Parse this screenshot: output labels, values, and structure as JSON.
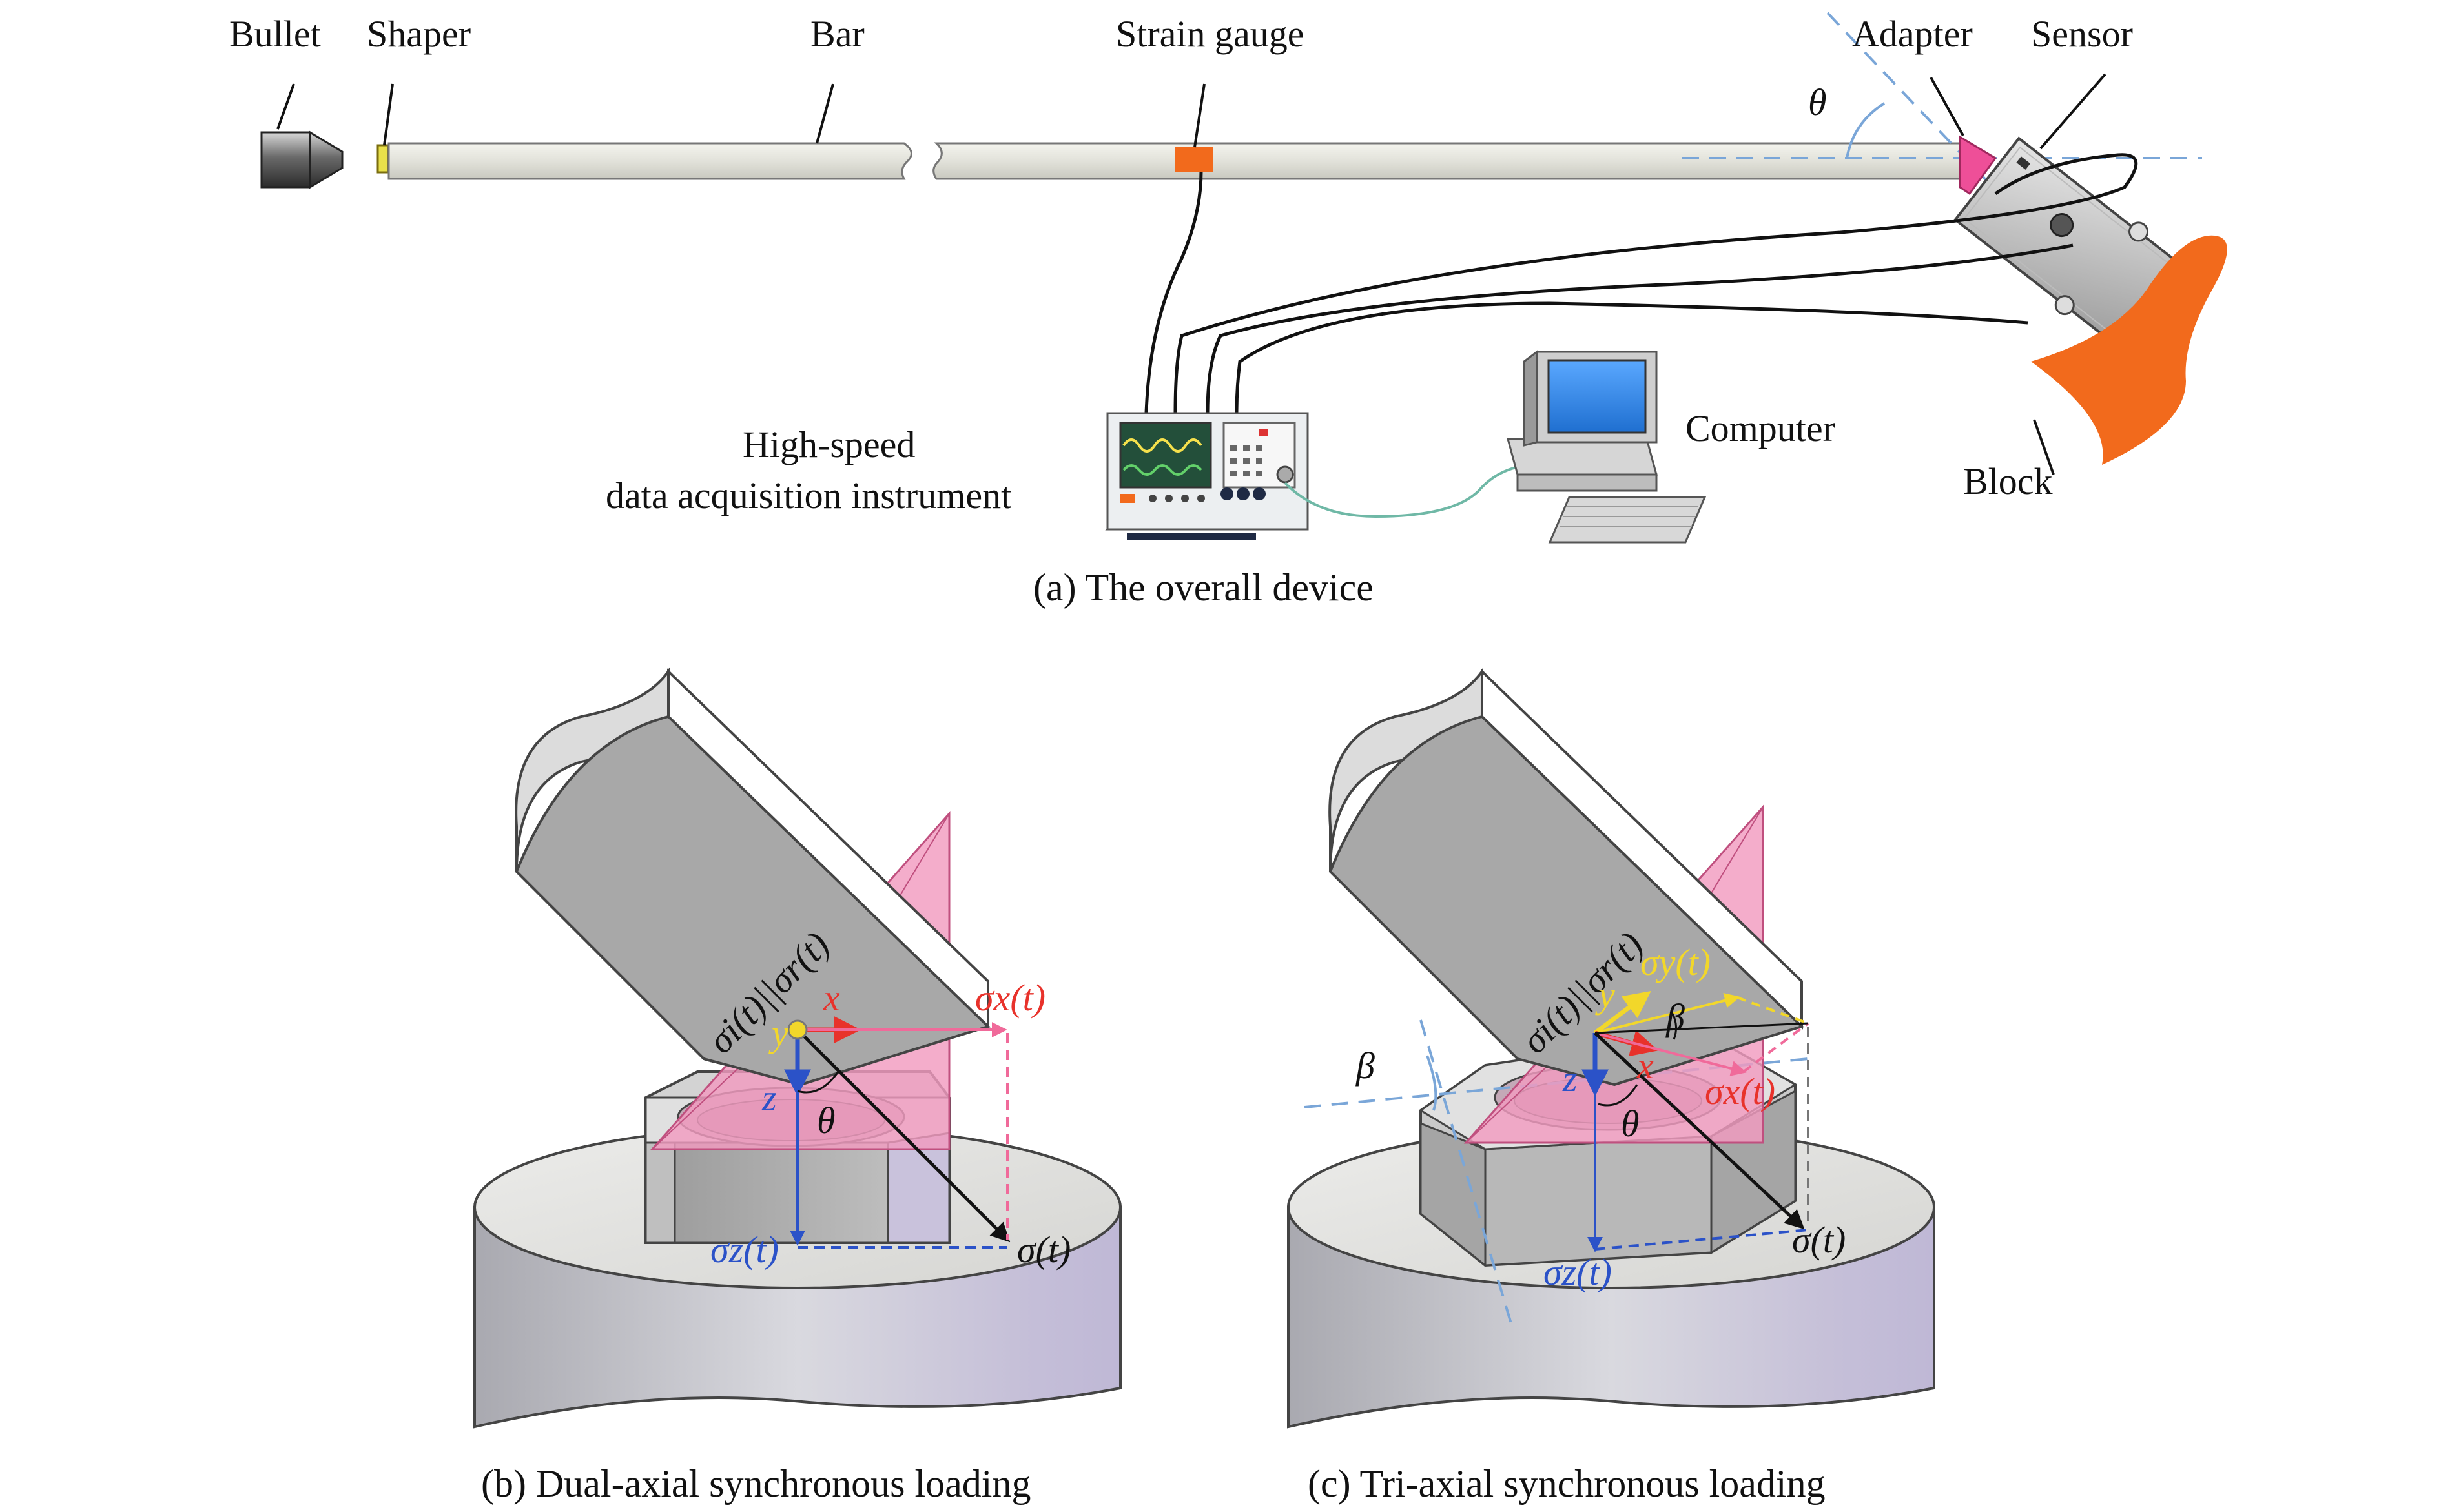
{
  "panel_a": {
    "labels": {
      "bullet": "Bullet",
      "shaper": "Shaper",
      "bar": "Bar",
      "strain_gauge": "Strain gauge",
      "adapter": "Adapter",
      "sensor": "Sensor",
      "theta": "θ",
      "daq_line1": "High-speed",
      "daq_line2": "data acquisition instrument",
      "computer": "Computer",
      "block": "Block"
    },
    "caption": "(a) The overall device"
  },
  "panel_b": {
    "labels": {
      "sigma_i_r": "σi(t)||σr(t)",
      "x_axis": "x",
      "y_axis": "y",
      "z_axis": "z",
      "sigma_x": "σx(t)",
      "sigma_z": "σz(t)",
      "sigma": "σ(t)",
      "theta": "θ"
    },
    "caption": "(b) Dual-axial synchronous loading"
  },
  "panel_c": {
    "labels": {
      "sigma_i_r": "σi(t)||σr(t)",
      "x_axis": "x",
      "y_axis": "y",
      "z_axis": "z",
      "sigma_x": "σx(t)",
      "sigma_y": "σy(t)",
      "sigma_z": "σz(t)",
      "sigma": "σ(t)",
      "theta": "θ",
      "beta_top": "β",
      "beta_left": "β"
    },
    "caption": "(c) Tri-axial synchronous loading"
  },
  "colors": {
    "pink": "#f29bc0",
    "orange": "#f26a1c",
    "red_axis": "#e8322b",
    "blue_axis": "#2b52c8",
    "yellow_axis": "#f2d72a",
    "dashed_blue": "#7aa6d8"
  }
}
